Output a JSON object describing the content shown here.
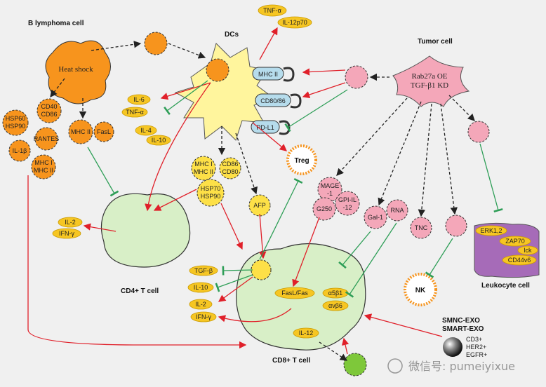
{
  "titles": {
    "b_cell": "B lymphoma cell",
    "dcs": "DCs",
    "tumor": "Tumor cell",
    "cd4": "CD4+ T cell",
    "cd8": "CD8+ T cell",
    "leukocyte": "Leukocyte cell"
  },
  "b_cell": {
    "heat_shock": "Heat shock",
    "hsp60": "HSP60",
    "hsp90": "HSP90",
    "cd40": "CD40",
    "cd86": "CD86",
    "il18": "IL-1β",
    "rantes": "RANTES",
    "mhc_ii": "MHC II",
    "fasl": "FasL",
    "mhc_i": "MHC I",
    "mhc_ii_b": "MHC II"
  },
  "dc": {
    "tnf_a": "TNF-α",
    "il12p70": "IL-12p70",
    "mhc_ii_receptor": "MHC II",
    "cd80_86": "CD80/86",
    "pd_l1": "PD-L1",
    "il6": "IL-6",
    "tnf_a2": "TNF-α",
    "il4": "IL-4",
    "il10": "IL-10",
    "exo_mhc_i": "MHC I",
    "exo_mhc_ii": "MHC II",
    "exo_cd86": "CD86",
    "exo_cd80": "CD80",
    "exo_hsp70": "HSP70",
    "exo_hsp90": "HSP90",
    "afp": "AFP"
  },
  "treg": "Treg",
  "tumor": {
    "line1": "Rab27a OE",
    "line2": "TGF-β1 KD",
    "mage": "MAGE",
    "mage2": "-1",
    "g250": "G250",
    "gpi": "GPI-IL",
    "gpi2": "-12",
    "gal1": "Gal-1",
    "rna": "RNA",
    "tnc": "TNC"
  },
  "cd4": {
    "il2": "IL-2",
    "ifng": "IFN-γ"
  },
  "cd8": {
    "tgfb": "TGF-β",
    "il10": "IL-10",
    "il2": "IL-2",
    "ifng": "IFN-γ",
    "fasl_fas": "FasL/Fas",
    "a5b1": "α5β1",
    "avb6": "αvβ6",
    "il12": "IL-12"
  },
  "nk": "NK",
  "leukocyte": {
    "erk": "ERK1,2",
    "zap70": "ZAP70",
    "lck": "lck",
    "cd44v6": "CD44v6"
  },
  "exo": {
    "name1": "SMNC-EXO",
    "name2": "SMART-EXO",
    "m1": "CD3+",
    "m2": "HER2+",
    "m3": "EGFR+"
  },
  "watermark": "微信号: pumeiyixue",
  "colors": {
    "orange": "#f7941d",
    "yellow_cell": "#fff59d",
    "dc_spot": "#fde047",
    "pink": "#f4a7b9",
    "green_cell": "#d8efc7",
    "red_arrow": "#e0202a",
    "green_inhibit": "#2e9e57",
    "purple": "#a66bb8",
    "blue_receptor": "#b6dcec",
    "label_pill": "#f6c623"
  }
}
